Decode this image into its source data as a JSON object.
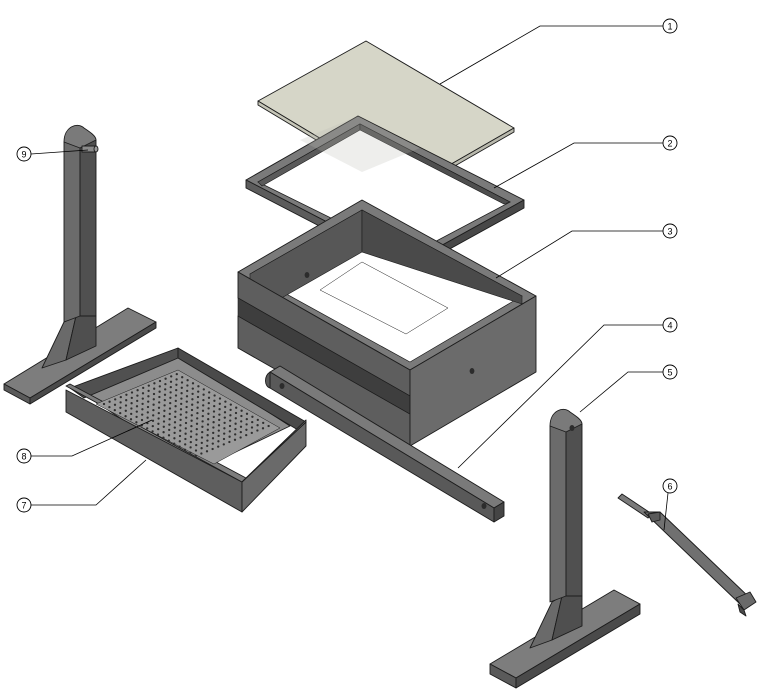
{
  "diagram": {
    "type": "exploded-assembly",
    "callouts": [
      "1",
      "2",
      "3",
      "4",
      "5",
      "6",
      "7",
      "8",
      "9"
    ]
  },
  "colors": {
    "background": "#ffffff",
    "glass": "#d6d6c8",
    "metal_top": "#7c7c7c",
    "metal_front": "#5a5a5a",
    "metal_side": "#6b6b6b",
    "metal_dark": "#3e3e3e",
    "line": "#000000"
  }
}
